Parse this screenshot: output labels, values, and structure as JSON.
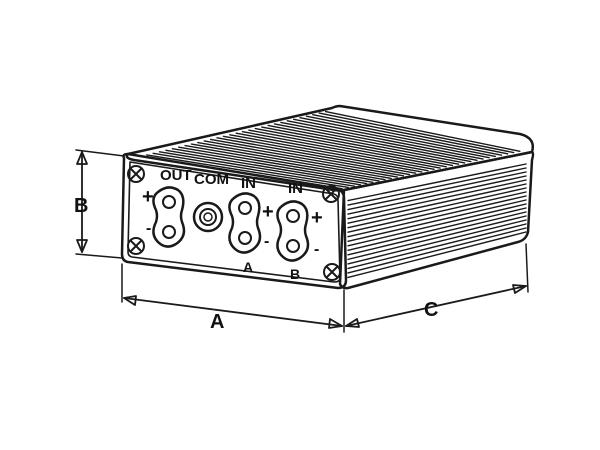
{
  "front_labels": {
    "out": "OUT",
    "com": "COM",
    "in_a": "IN",
    "in_b": "IN",
    "a": "A",
    "b": "B"
  },
  "polarity": {
    "plus": "+",
    "minus": "-"
  },
  "dimensions": {
    "width": "A",
    "height": "B",
    "depth": "C"
  },
  "colors": {
    "line": "#1a1a1a",
    "background": "#ffffff",
    "panel": "#ffffff"
  }
}
